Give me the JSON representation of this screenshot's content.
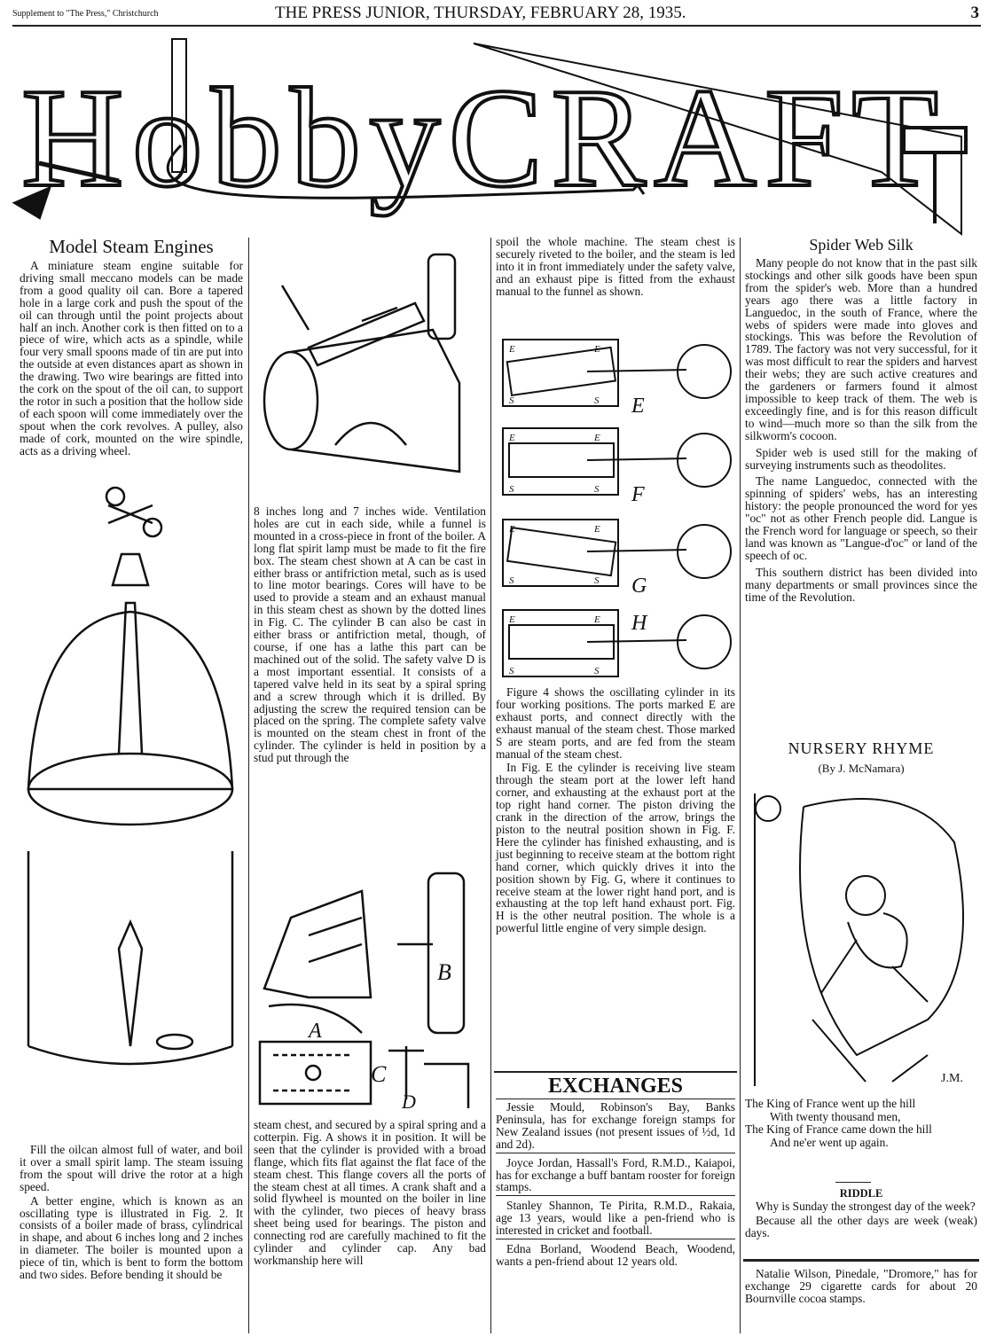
{
  "masthead": {
    "supplement": "Supplement to \"The Press,\" Christchurch",
    "title": "THE PRESS JUNIOR, THURSDAY, FEBRUARY 28, 1935.",
    "page_number": "3"
  },
  "banner": {
    "logo_text": "HobbyCRAFT"
  },
  "model_steam_engines": {
    "heading": "Model Steam Engines",
    "intro": "A miniature steam engine suitable for driving small meccano models can be made from a good quality oil can. Bore a tapered hole in a large cork and push the spout of the oil can through until the point projects about half an inch. Another cork is then fitted on to a piece of wire, which acts as a spindle, while four very small spoons made of tin are put into the outside at even distances apart as shown in the drawing. Two wire bearings are fitted into the cork on the spout of the oil can, to support the rotor in such a position that the hollow side of each spoon will come immediately over the spout when the cork revolves. A pulley, also made of cork, mounted on the wire spindle, acts as a driving wheel.",
    "col1_bottom": [
      "Fill the oilcan almost full of water, and boil it over a small spirit lamp. The steam issuing from the spout will drive the rotor at a high speed.",
      "A better engine, which is known as an oscillating type is illustrated in Fig. 2. It consists of a boiler made of brass, cylindrical in shape, and about 6 inches long and 2 inches in diameter. The boiler is mounted upon a piece of tin, which is bent to form the bottom and two sides. Before bending it should be"
    ],
    "col2_middle": "8 inches long and 7 inches wide. Ventilation holes are cut in each side, while a funnel is mounted in a cross-piece in front of the boiler. A long flat spirit lamp must be made to fit the fire box. The steam chest shown at A can be cast in either brass or antifriction metal, such as is used to line motor bearings. Cores will have to be used to provide a steam and an exhaust manual in this steam chest as shown by the dotted lines in Fig. C. The cylinder B can also be cast in either brass or antifriction metal, though, of course, if one has a lathe this part can be machined out of the solid. The safety valve D is a most important essential. It consists of a tapered valve held in its seat by a spiral spring and a screw through which it is drilled. By adjusting the screw the required tension can be placed on the spring. The complete safety valve is mounted on the steam chest in front of the cylinder. The cylinder is held in position by a stud put through the",
    "col2_bottom": "steam chest, and secured by a spiral spring and a cotterpin. Fig. A shows it in position. It will be seen that the cylinder is provided with a broad flange, which fits flat against the flat face of the steam chest. This flange covers all the ports of the steam chest at all times. A crank shaft and a solid flywheel is mounted on the boiler in line with the cylinder, two pieces of heavy brass sheet being used for bearings. The piston and connecting rod are carefully machined to fit the cylinder and cylinder cap. Any bad workmanship here will",
    "col3_top": "spoil the whole machine. The steam chest is securely riveted to the boiler, and the steam is led into it in front immediately under the safety valve, and an exhaust pipe is fitted from the exhaust manual to the funnel as shown.",
    "col3_middle": [
      "Figure 4 shows the oscillating cylinder in its four working positions. The ports marked E are exhaust ports, and connect directly with the exhaust manual of the steam chest. Those marked S are steam ports, and are fed from the steam manual of the steam chest.",
      "In Fig. E the cylinder is receiving live steam through the steam port at the lower left hand corner, and exhausting at the exhaust port at the top right hand corner. The piston driving the crank in the direction of the arrow, brings the piston to the neutral position shown in Fig. F. Here the cylinder has finished exhausting, and is just beginning to receive steam at the bottom right hand corner, which quickly drives it into the position shown by Fig. G, where it continues to receive steam at the lower right hand port, and is exhausting at the top left hand exhaust port. Fig. H is the other neutral position. The whole is a powerful little engine of very simple design."
    ],
    "parts_labels": {
      "a": "A",
      "b": "B",
      "c": "C",
      "d": "D"
    },
    "figure4": [
      {
        "label": "E",
        "port_top": "E",
        "port_bottom": "S"
      },
      {
        "label": "F",
        "port_top": "E",
        "port_bottom": "S"
      },
      {
        "label": "G",
        "port_top": "E",
        "port_bottom": "S"
      },
      {
        "label": "H",
        "port_top": "E",
        "port_bottom": "S"
      }
    ]
  },
  "spider_web_silk": {
    "heading": "Spider Web Silk",
    "paragraphs": [
      "Many people do not know that in the past silk stockings and other silk goods have been spun from the spider's web. More than a hundred years ago there was a little factory in Languedoc, in the south of France, where the webs of spiders were made into gloves and stockings. This was before the Revolution of 1789. The factory was not very successful, for it was most difficult to rear the spiders and harvest their webs; they are such active creatures and the gardeners or farmers found it almost impossible to keep track of them. The web is exceedingly fine, and is for this reason difficult to wind—much more so than the silk from the silkworm's cocoon.",
      "Spider web is used still for the making of surveying instruments such as theodolites.",
      "The name Languedoc, connected with the spinning of spiders' webs, has an interesting history: the people pronounced the word for yes \"oc\" not as other French people did. Langue is the French word for language or speech, so their land was known as \"Langue-d'oc\" or land of the speech of oc.",
      "This southern district has been divided into many departments or small provinces since the time of the Revolution."
    ]
  },
  "nursery_rhyme": {
    "heading": "NURSERY RHYME",
    "byline": "(By J. McNamara)",
    "signature": "J.M.",
    "lines": [
      "The King of France went up the hill",
      "With twenty thousand men,",
      "The King of France came down the hill",
      "And ne'er went up again."
    ]
  },
  "riddle": {
    "heading": "RIDDLE",
    "question": "Why is Sunday the strongest day of the week?",
    "answer": "Because all the other days are week (weak) days."
  },
  "exchanges": {
    "heading": "EXCHANGES",
    "items": [
      "Jessie Mould, Robinson's Bay, Banks Peninsula, has for exchange foreign stamps for New Zealand issues (not present issues of ½d, 1d and 2d).",
      "Joyce Jordan, Hassall's Ford, R.M.D., Kaiapoi, has for exchange a buff bantam rooster for foreign stamps.",
      "Stanley Shannon, Te Pirita, R.M.D., Rakaia, age 13 years, would like a pen-friend who is interested in cricket and football.",
      "Edna Borland, Woodend Beach, Woodend, wants a pen-friend about 12 years old."
    ],
    "extra_item": "Natalie Wilson, Pinedale, \"Dromore,\" has for exchange 29 cigarette cards for about 20 Bournville cocoa stamps."
  }
}
